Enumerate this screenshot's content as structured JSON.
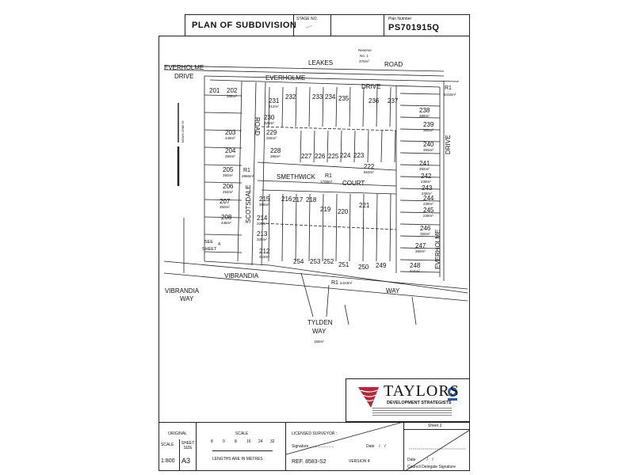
{
  "header": {
    "title": "PLAN OF SUBDIVISION",
    "stage_label": "STAGE NO.",
    "stage_value": "-----",
    "plan_number_label": "Plan Number",
    "plan_number": "PS701915Q"
  },
  "roads": {
    "everholme_drive_west": [
      "EVERHOLME",
      "DRIVE"
    ],
    "leakes": "LEAKES",
    "road": "ROAD",
    "reserve": [
      "Reserve",
      "No. 1",
      "370m²"
    ],
    "everholme_top": "EVERHOLME",
    "drive_top": "DRIVE",
    "r1_everholme": [
      "R1",
      "6416m²"
    ],
    "road_vertical": "ROAD",
    "r1_road": [
      "R1",
      "2866m²"
    ],
    "smethwick": "SMETHWICK",
    "r1_court": [
      "R1",
      "1708m²"
    ],
    "court": "COURT",
    "scotsdale": "SCOTSDALE",
    "everholme_right": "EVERHOLME",
    "drive_right": "DRIVE",
    "vibrandia": "VIBRANDIA",
    "r1_way": [
      "R1",
      "2423m²"
    ],
    "way": "WAY",
    "vibrandia_way": [
      "VIBRANDIA",
      "WAY"
    ],
    "tylden_way": [
      "TYLDEN",
      "WAY",
      "158m²"
    ],
    "see_sheet": [
      "SEE",
      "SHEET",
      "4"
    ]
  },
  "lots": [
    {
      "no": "201",
      "area": ""
    },
    {
      "no": "202",
      "area": "388m²"
    },
    {
      "no": "203",
      "area": "448m²"
    },
    {
      "no": "204",
      "area": "350m²"
    },
    {
      "no": "205",
      "area": "350m²"
    },
    {
      "no": "206",
      "area": "294m²"
    },
    {
      "no": "207",
      "area": "350m²"
    },
    {
      "no": "208",
      "area": "448m²"
    },
    {
      "no": "212",
      "area": "419m²"
    },
    {
      "no": "213",
      "area": "325m²"
    },
    {
      "no": "214",
      "area": "325m²"
    },
    {
      "no": "215",
      "area": "385m²"
    },
    {
      "no": "216",
      "area": ""
    },
    {
      "no": "217",
      "area": ""
    },
    {
      "no": "218",
      "area": ""
    },
    {
      "no": "219",
      "area": ""
    },
    {
      "no": "220",
      "area": ""
    },
    {
      "no": "221",
      "area": ""
    },
    {
      "no": "222",
      "area": "563m²"
    },
    {
      "no": "223",
      "area": ""
    },
    {
      "no": "224",
      "area": ""
    },
    {
      "no": "225",
      "area": ""
    },
    {
      "no": "226",
      "area": ""
    },
    {
      "no": "227",
      "area": ""
    },
    {
      "no": "228",
      "area": "386m²"
    },
    {
      "no": "229",
      "area": "325m²"
    },
    {
      "no": "230",
      "area": "325m²"
    },
    {
      "no": "231",
      "area": "412m²"
    },
    {
      "no": "232",
      "area": ""
    },
    {
      "no": "233",
      "area": ""
    },
    {
      "no": "234",
      "area": ""
    },
    {
      "no": "235",
      "area": ""
    },
    {
      "no": "236",
      "area": ""
    },
    {
      "no": "237",
      "area": ""
    },
    {
      "no": "238",
      "area": "388m²"
    },
    {
      "no": "239",
      "area": "350m²"
    },
    {
      "no": "240",
      "area": "350m²"
    },
    {
      "no": "241",
      "area": "392m²"
    },
    {
      "no": "242",
      "area": "238m²"
    },
    {
      "no": "243",
      "area": "238m²"
    },
    {
      "no": "244",
      "area": "238m²"
    },
    {
      "no": "245",
      "area": "238m²"
    },
    {
      "no": "246",
      "area": "350m²"
    },
    {
      "no": "247",
      "area": "350m²"
    },
    {
      "no": "248",
      "area": "444m²"
    },
    {
      "no": "249",
      "area": ""
    },
    {
      "no": "250",
      "area": ""
    },
    {
      "no": "251",
      "area": ""
    },
    {
      "no": "252",
      "area": ""
    },
    {
      "no": "253",
      "area": ""
    },
    {
      "no": "254",
      "area": ""
    }
  ],
  "north": "MGA94 ZONE 55",
  "logo": {
    "name": "TAYLORS",
    "tagline": "DEVELOPMENT STRATEGISTS",
    "brand_color": "#b5283a",
    "seal_color": "#2a5aa8"
  },
  "footer": {
    "original_label": "ORIGINAL",
    "scale_label": "SCALE",
    "scale_value": "1:800",
    "sheet_size_label": "SHEET SIZE",
    "sheet_size": "A3",
    "scale_title": "SCALE",
    "scale_ticks": [
      "8",
      "0",
      "8",
      "16",
      "24",
      "32"
    ],
    "lengths_note": "LENGTHS ARE IN METRES",
    "licensed_surveyor": "LICENSED SURVEYOR :",
    "signature": "Signature ......................",
    "date": "Date    /    /",
    "ref": "REF. 8583-S2",
    "version": "VERSION 4",
    "sheet": "Sheet 3",
    "council_date": "Date          /    /",
    "council_sig": "Council Delegate Signature"
  }
}
